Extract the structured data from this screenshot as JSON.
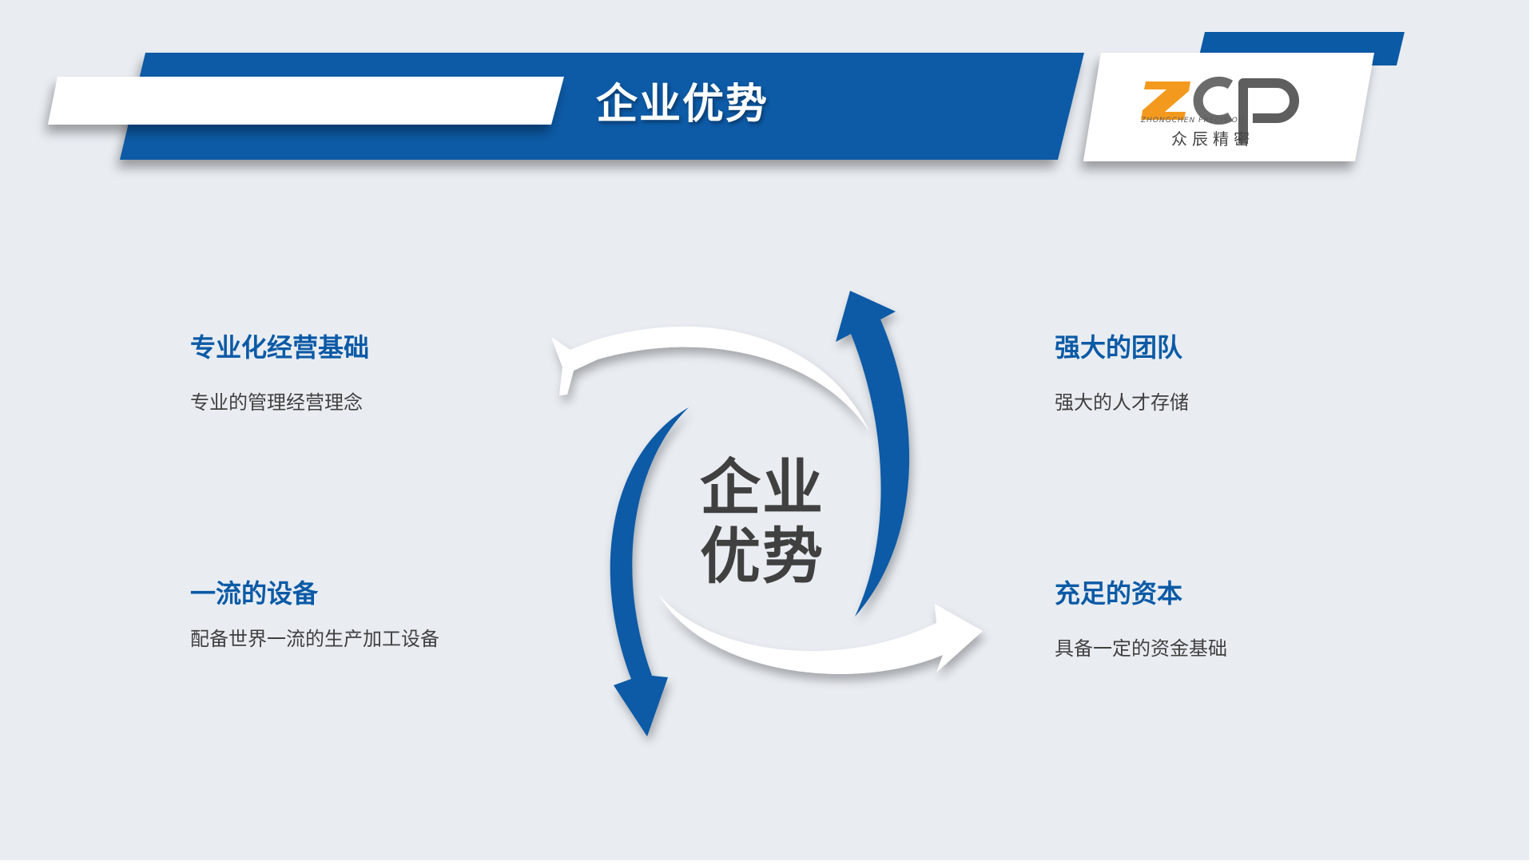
{
  "header": {
    "title": "企业优势"
  },
  "logo": {
    "mark": "ZCP",
    "subtitle": "ZHONGCHEN PRECISION",
    "chinese": "众辰精密"
  },
  "center": {
    "line1": "企业",
    "line2": "优势"
  },
  "advantages": [
    {
      "title": "专业化经营基础",
      "desc": "专业的管理经营理念"
    },
    {
      "title": "强大的团队",
      "desc": "强大的人才存储"
    },
    {
      "title": "一流的设备",
      "desc": "配备世界一流的生产加工设备"
    },
    {
      "title": "充足的资本",
      "desc": "具备一定的资金基础"
    }
  ],
  "colors": {
    "brand_blue": "#0a5aa6",
    "logo_orange": "#f39a1e",
    "logo_gray": "#6b6b6b",
    "background": "#e9edf2"
  }
}
